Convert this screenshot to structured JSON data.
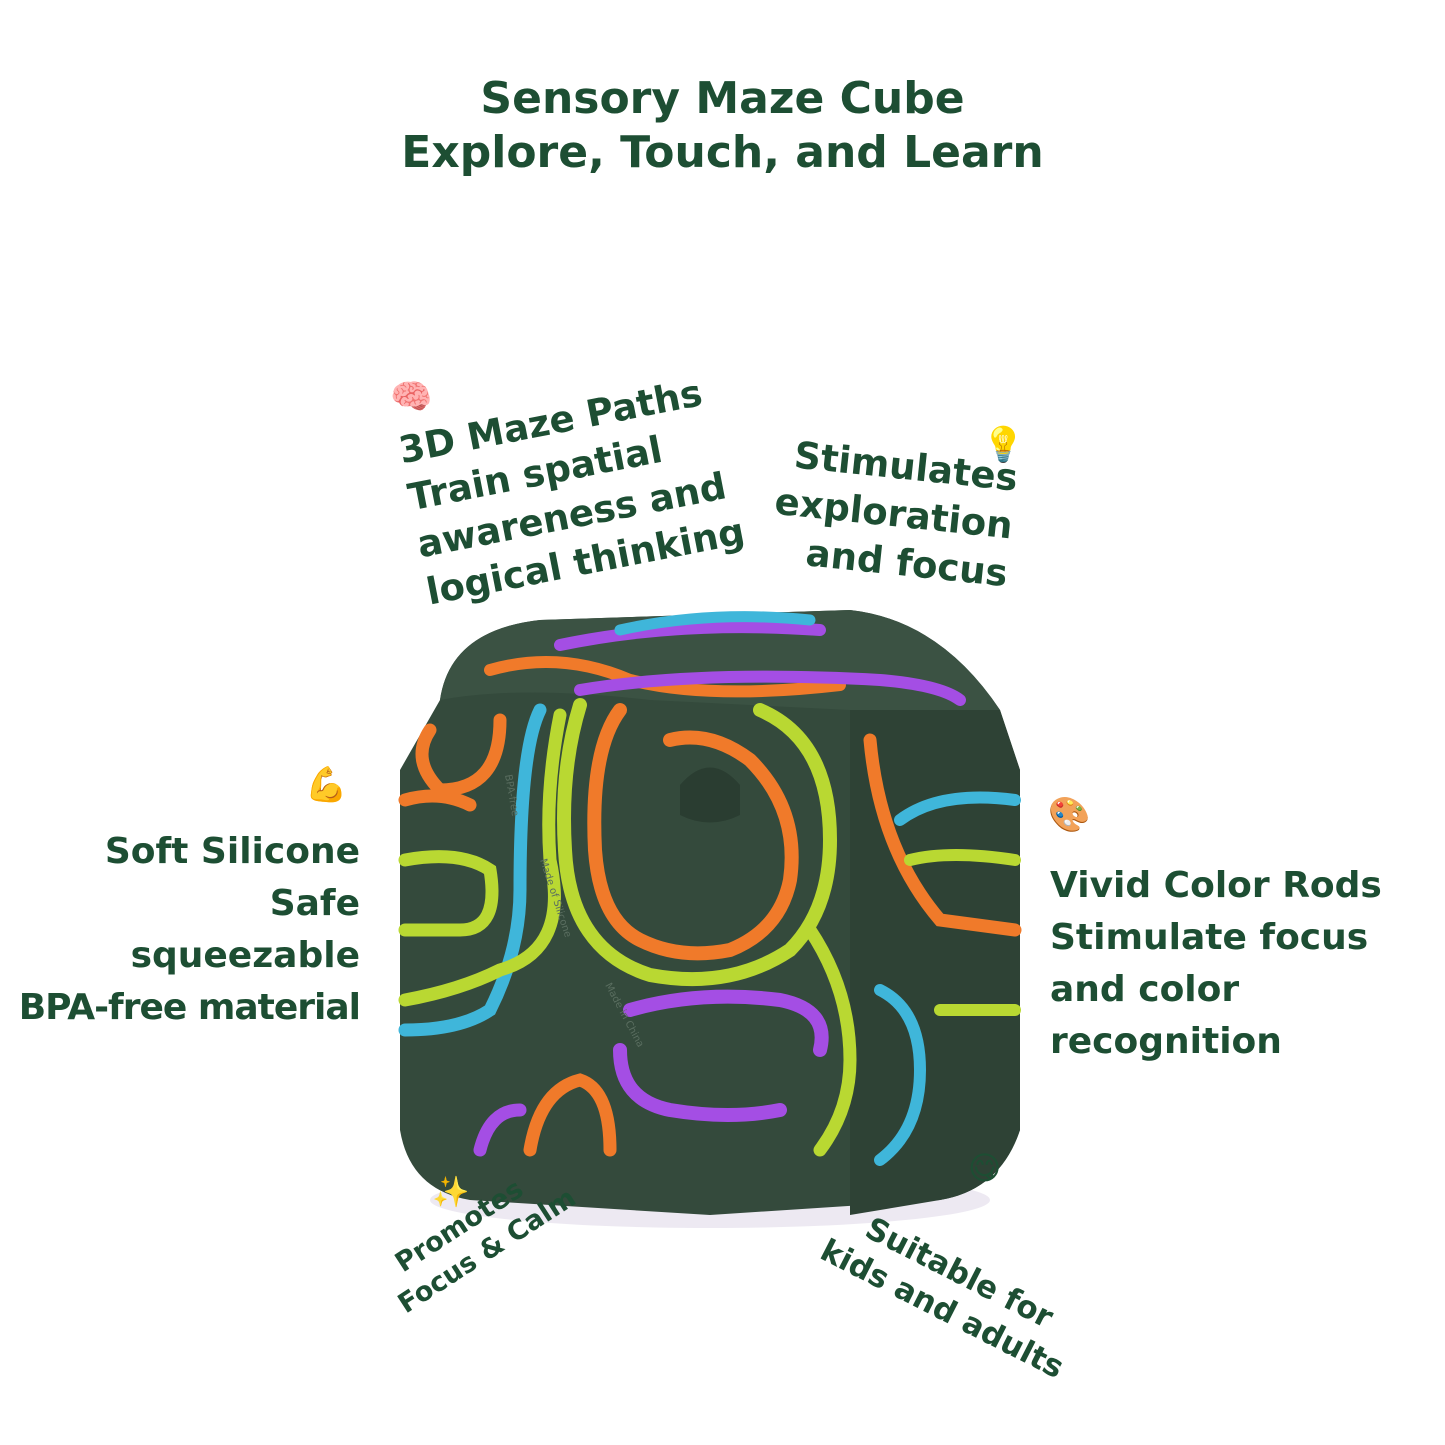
{
  "title": {
    "line1": "Sensory Maze Cube",
    "line2": "Explore, Touch, and Learn"
  },
  "colors": {
    "text": "#1d4e33",
    "cube_body": "#344a3c",
    "rod_orange": "#f07a2a",
    "rod_blue": "#3fb6da",
    "rod_lime": "#b9d832",
    "rod_purple": "#a44ee4"
  },
  "features": {
    "maze": {
      "icon": "brain-icon",
      "emoji": "🧠",
      "lines": [
        "3D Maze Paths",
        "Train spatial",
        "awareness and",
        "logical thinking"
      ]
    },
    "explore": {
      "icon": "light-bulb-icon",
      "emoji": "💡",
      "lines": [
        "Stimulates",
        "exploration",
        "and focus"
      ]
    },
    "silicone": {
      "icon": "flexed-biceps-icon",
      "emoji": "💪",
      "lines": [
        "Soft Silicone",
        "Safe",
        "squeezable",
        "BPA-free material"
      ]
    },
    "colors": {
      "icon": "artist-palette-icon",
      "emoji": "🎨",
      "lines": [
        "Vivid Color Rods",
        "Stimulate focus",
        "and color",
        "recognition"
      ]
    },
    "calm": {
      "icon": "sparkle-icon",
      "emoji": "✨",
      "lines": [
        "Promotes",
        "Focus & Calm"
      ]
    },
    "ages": {
      "icon": "smiling-face-icon",
      "emoji": "😋",
      "lines": [
        "Suitable for",
        "kids and adults"
      ]
    }
  },
  "cube_markings": {
    "bpa": "BPA-free",
    "material": "Made of Silicone",
    "origin": "Made in China"
  }
}
